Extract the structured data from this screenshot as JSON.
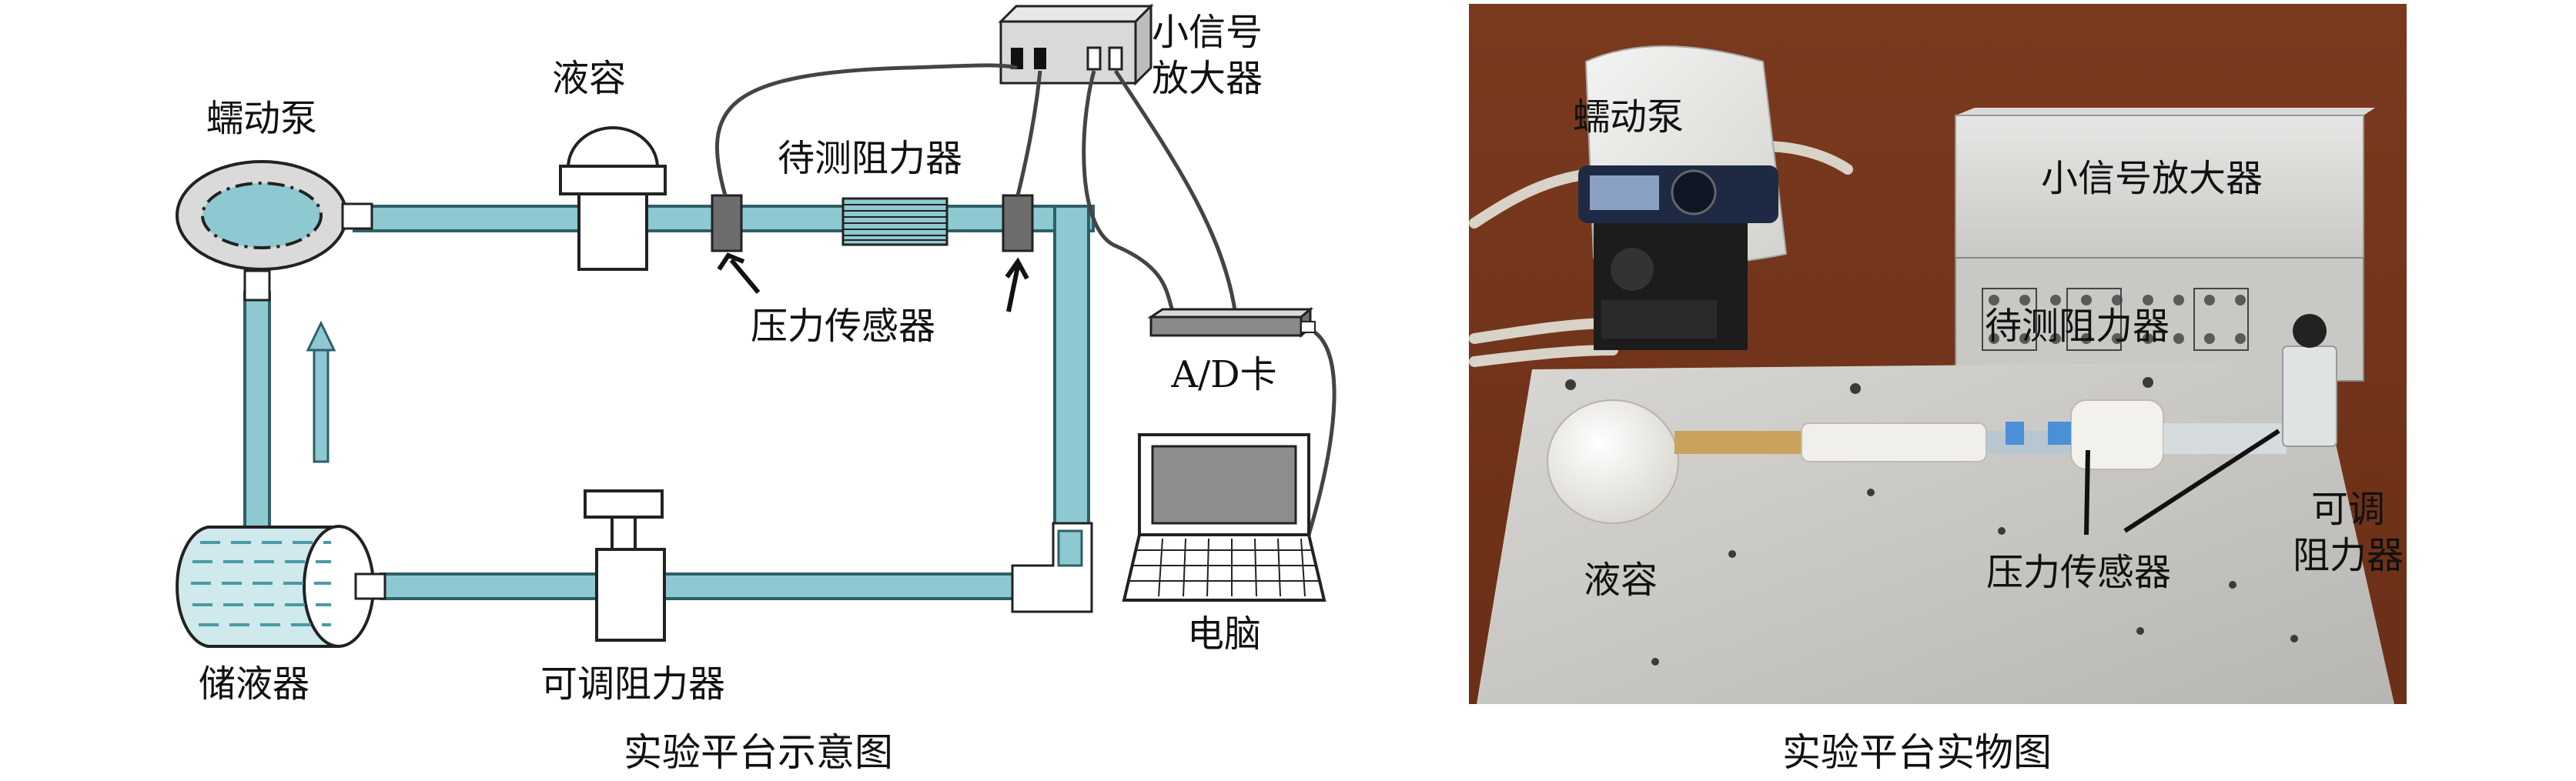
{
  "schematic": {
    "labels": {
      "pump": "蠕动泵",
      "liquid": "液容",
      "test_resistor": "待测阻力器",
      "pressure_sensor": "压力传感器",
      "amplifier_line1": "小信号",
      "amplifier_line2": "放大器",
      "ad_card": "A/D卡",
      "computer": "电脑",
      "reservoir": "储液器",
      "adjustable_resistor": "可调阻力器"
    },
    "caption": "实验平台示意图"
  },
  "photo": {
    "labels": {
      "pump": "蠕动泵",
      "amplifier": "小信号放大器",
      "test_resistor": "待测阻力器",
      "liquid": "液容",
      "pressure_sensor": "压力传感器",
      "adjustable_line1": "可调",
      "adjustable_line2": "阻力器"
    },
    "caption": "实验平台实物图"
  },
  "colors": {
    "tube": "#8ec9d1",
    "tube_stroke": "#2f5f67",
    "sensor": "#6d6d6d"
  }
}
